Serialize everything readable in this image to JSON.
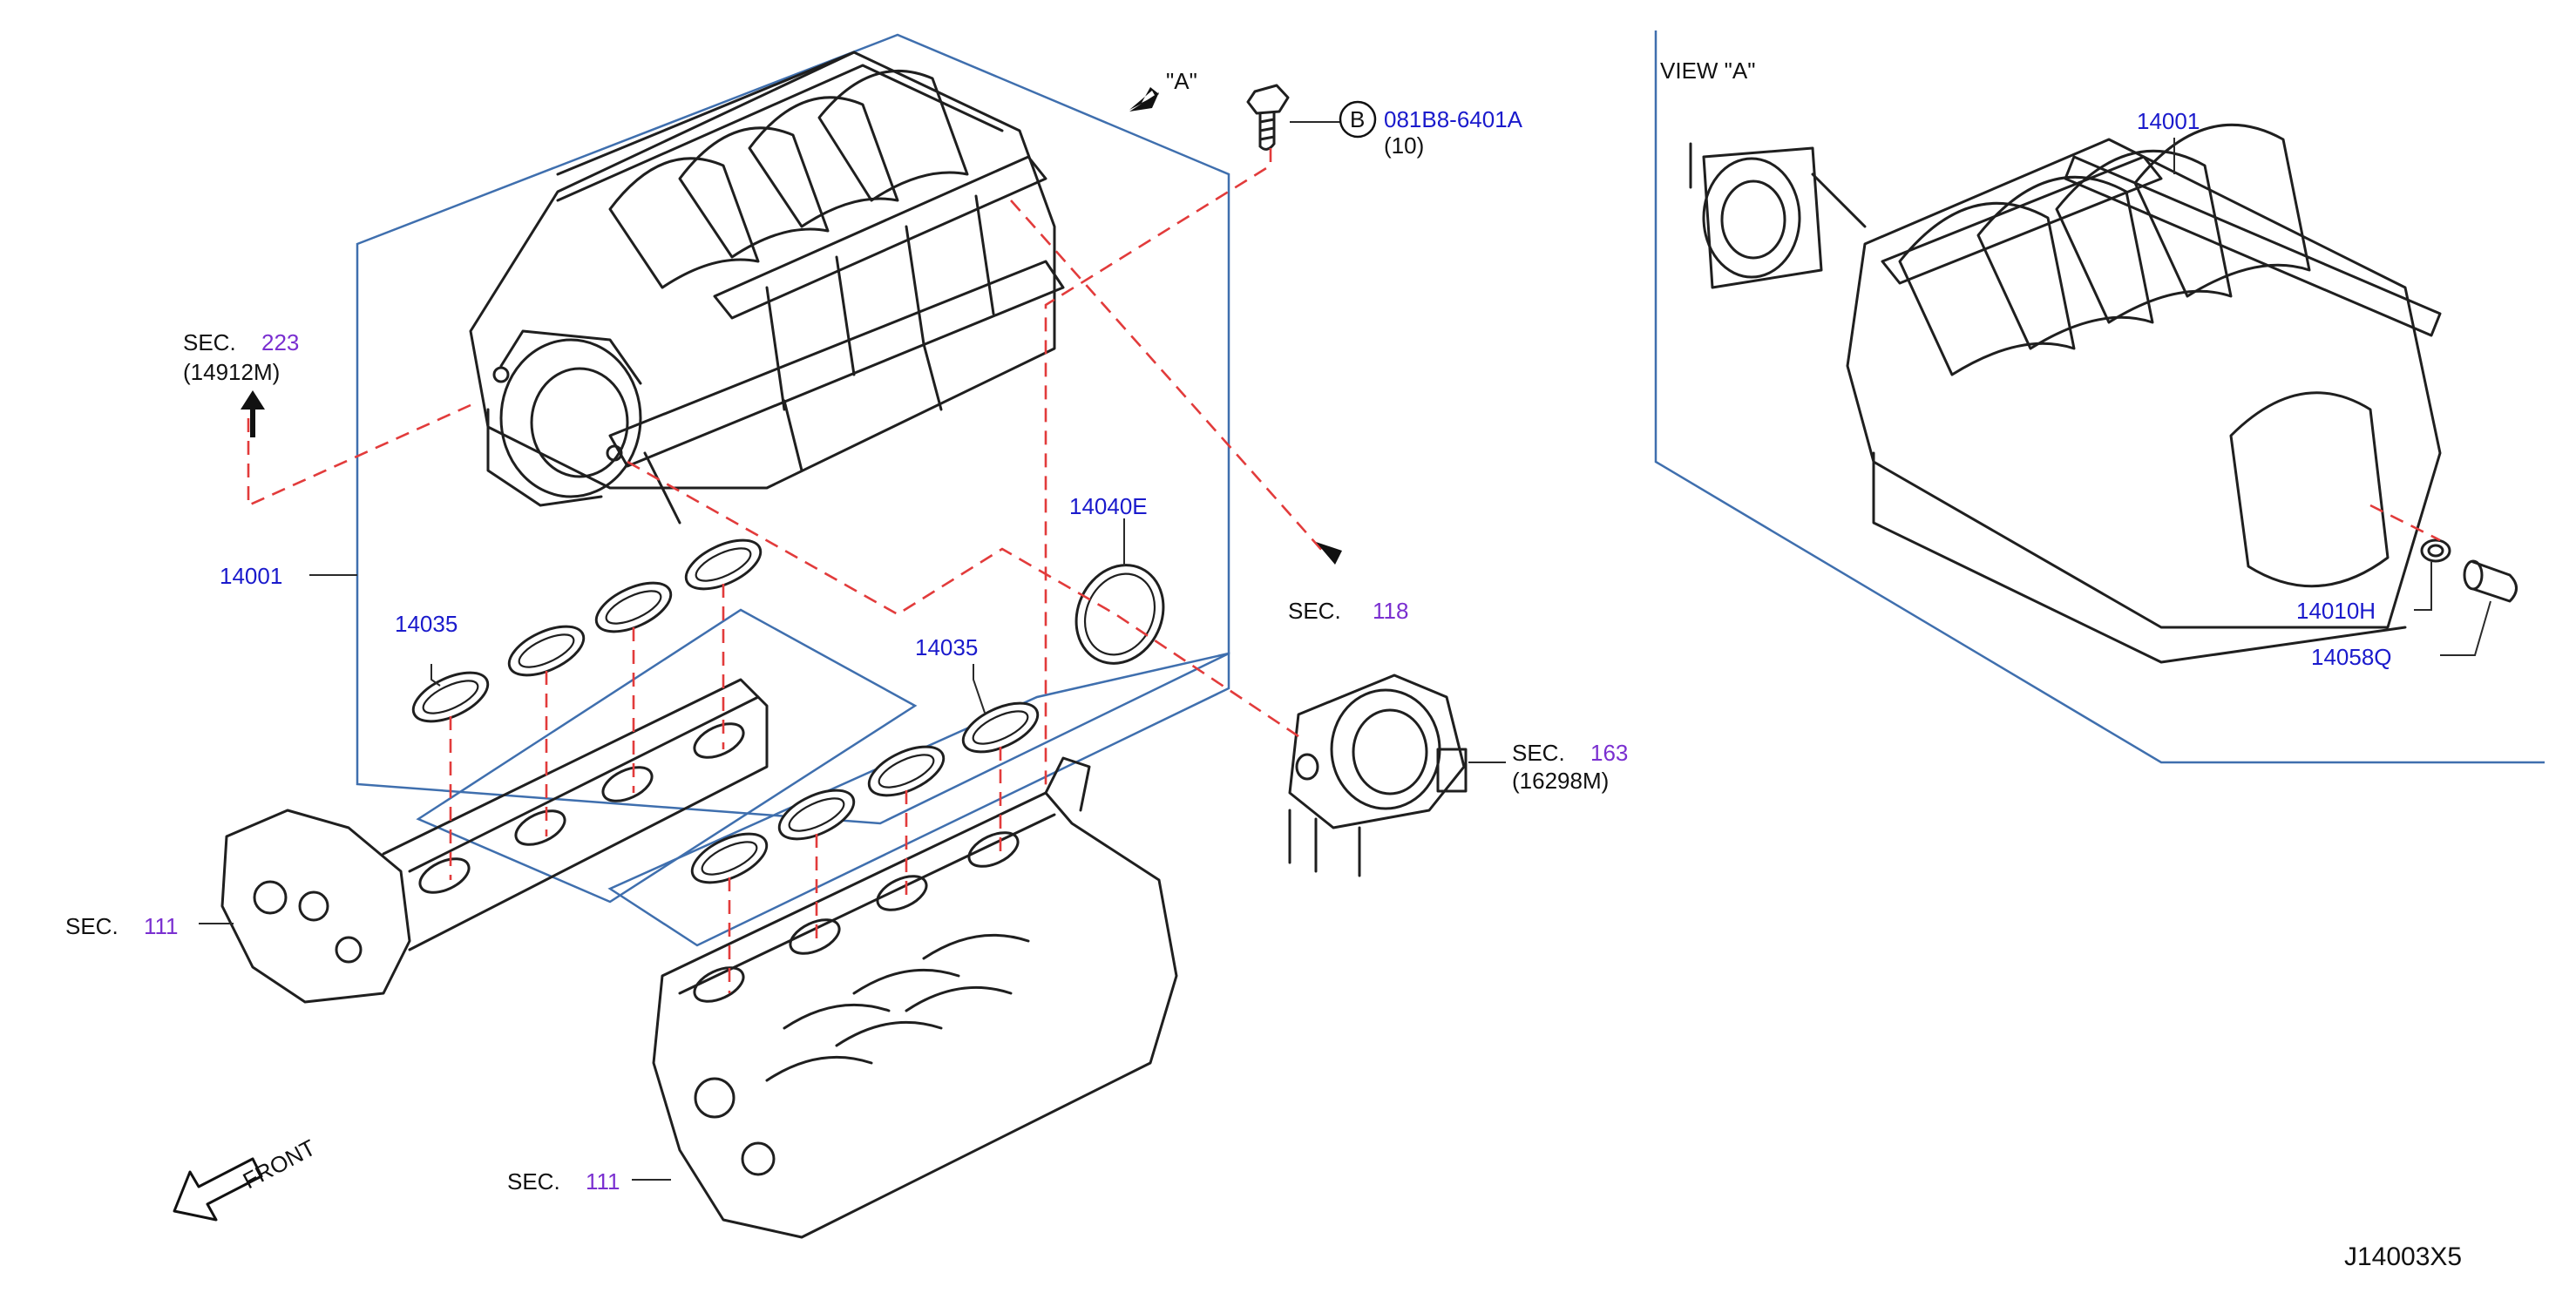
{
  "diagram": {
    "drawing_id": "J14003X5",
    "view_label": "VIEW  \"A\"",
    "view_marker": "\"A\"",
    "front_label": "FRONT",
    "sec_word": "SEC.",
    "bolt": {
      "circle_letter": "B",
      "part_number": "081B8-6401A",
      "qty": "(10)"
    },
    "callouts": {
      "sec223": {
        "num": "223",
        "sub": "(14912M)"
      },
      "sec118": {
        "num": "118"
      },
      "sec163": {
        "num": "163",
        "sub": "(16298M)"
      },
      "sec111_top": {
        "num": "111"
      },
      "sec111_bottom": {
        "num": "111"
      },
      "p14001_main": "14001",
      "p14001_view": "14001",
      "p14035_left": "14035",
      "p14035_right": "14035",
      "p14040E": "14040E",
      "p14010H": "14010H",
      "p14058Q": "14058Q"
    }
  }
}
